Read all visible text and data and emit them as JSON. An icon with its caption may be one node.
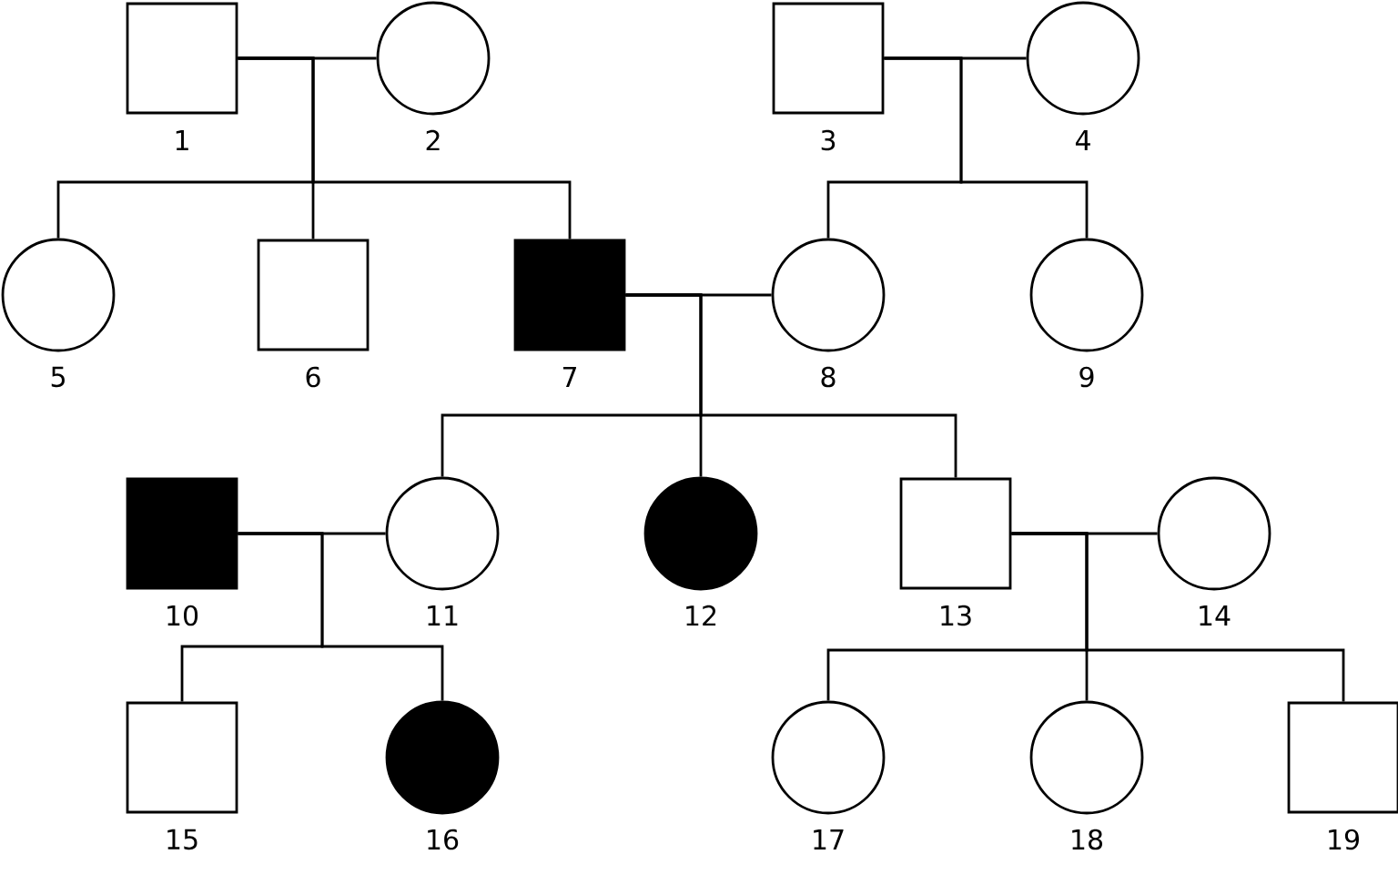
{
  "diagram": {
    "nodes": [
      {
        "text": [],
        "shape": "box",
        "beside": [
          "1"
        ]
      },
      {
        "text": [],
        "shape": "circle",
        "beside": [
          "2"
        ]
      },
      {
        "text": [],
        "shape": "box",
        "beside": [
          "3"
        ]
      },
      {
        "text": [],
        "shape": "circle",
        "beside": [
          "4"
        ]
      },
      {
        "text": [],
        "shape": "circle",
        "beside": [
          "5"
        ]
      },
      {
        "text": [],
        "shape": "box",
        "beside": [
          "6"
        ]
      },
      {
        "text": [],
        "shape": "filled-box",
        "beside": [
          "7"
        ]
      },
      {
        "text": [],
        "shape": "circle",
        "beside": [
          "8"
        ]
      },
      {
        "text": [],
        "shape": "circle",
        "beside": [
          "9"
        ]
      },
      {
        "text": [],
        "shape": "filled-box",
        "beside": [
          "10"
        ]
      },
      {
        "text": [],
        "shape": "circle",
        "beside": [
          "11"
        ]
      },
      {
        "text": [],
        "shape": "filled-circle",
        "beside": [
          "12"
        ]
      },
      {
        "text": [],
        "shape": "box",
        "beside": [
          "13"
        ]
      },
      {
        "text": [],
        "shape": "circle",
        "beside": [
          "14"
        ]
      },
      {
        "text": [],
        "shape": "box",
        "beside": [
          "15"
        ]
      },
      {
        "text": [],
        "shape": "filled-circle",
        "beside": [
          "16"
        ]
      },
      {
        "text": [],
        "shape": "circle",
        "beside": [
          "17"
        ]
      },
      {
        "text": [],
        "shape": "circle",
        "beside": [
          "18"
        ]
      },
      {
        "text": [],
        "shape": "box",
        "beside": [
          "19"
        ]
      }
    ],
    "edges": [
      {
        "from": 0,
        "to": 1,
        "arrow": "none"
      },
      {
        "from": 2,
        "to": 3,
        "arrow": "none"
      },
      {
        "from": 6,
        "to": 7,
        "arrow": "none"
      },
      {
        "from": 9,
        "to": 10,
        "arrow": "none"
      },
      {
        "from": 12,
        "to": 13,
        "arrow": "none"
      },
      {
        "from": 0,
        "to": 4,
        "arrow": "none"
      },
      {
        "from": 0,
        "to": 5,
        "arrow": "none"
      },
      {
        "from": 0,
        "to": 6,
        "arrow": "none"
      },
      {
        "from": 2,
        "to": 7,
        "arrow": "none"
      },
      {
        "from": 2,
        "to": 8,
        "arrow": "none"
      },
      {
        "from": 6,
        "to": 10,
        "arrow": "none"
      },
      {
        "from": 6,
        "to": 11,
        "arrow": "none"
      },
      {
        "from": 6,
        "to": 12,
        "arrow": "none"
      },
      {
        "from": 9,
        "to": 14,
        "arrow": "none"
      },
      {
        "from": 9,
        "to": 15,
        "arrow": "none"
      },
      {
        "from": 12,
        "to": 16,
        "arrow": "none"
      },
      {
        "from": 12,
        "to": 17,
        "arrow": "none"
      },
      {
        "from": 12,
        "to": 18,
        "arrow": "none"
      }
    ]
  }
}
